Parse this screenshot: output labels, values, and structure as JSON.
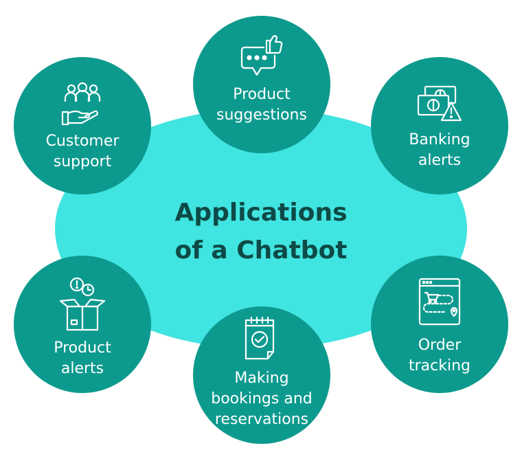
{
  "title_line1": "Applications",
  "title_line2": "of a Chatbot",
  "nodes": {
    "customer_support": {
      "label": "Customer\nsupport",
      "icon": "people-hand-icon"
    },
    "product_suggestions": {
      "label": "Product\nsuggestions",
      "icon": "chat-thumbs-up-icon"
    },
    "banking_alerts": {
      "label": "Banking\nalerts",
      "icon": "money-warning-icon"
    },
    "product_alerts": {
      "label": "Product\nalerts",
      "icon": "box-alert-icon"
    },
    "bookings": {
      "label": "Making\nbookings and\nreservations",
      "icon": "calendar-check-icon"
    },
    "order_tracking": {
      "label": "Order\ntracking",
      "icon": "browser-route-icon"
    }
  },
  "colors": {
    "ellipse": "#40e4e0",
    "node": "#0d9a8e",
    "title": "#0e4a47",
    "text": "#ffffff"
  }
}
